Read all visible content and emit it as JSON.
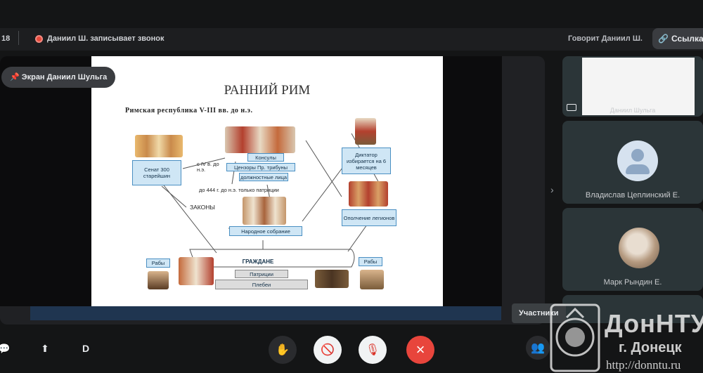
{
  "meeting": {
    "time_fragment": "18",
    "recording_notice": "Даниил Ш. записывает звонок",
    "speaking_notice": "Говорит Даниил Ш.",
    "link_button": "Ссылка",
    "pin_chip": "Экран Даниил Шульга",
    "participants_tooltip": "Участники"
  },
  "slide": {
    "title": "РАННИЙ РИМ",
    "subtitle": "Римская республика V-III вв. до н.э.",
    "senate": "Сенат 300 старейшин",
    "consuls": "Консулы",
    "censors": "Цензоры Пр. трибуны",
    "officials": "должностные лица",
    "dictator": "Диктатор избирается на 6 месяцев",
    "since_iv": "с IV в. до н.э.",
    "until_444": "до 444 г. до н.э. только патриции",
    "laws": "ЗАКОНЫ",
    "assembly": "Народное собрание",
    "militia": "Ополчение легионов",
    "slaves_left": "Рабы",
    "slaves_right": "Рабы",
    "citizens": "ГРАЖДАНЕ",
    "patricians": "Патриции",
    "plebeians": "Плебеи"
  },
  "participants": [
    {
      "name": "Даниил Шульга"
    },
    {
      "name": "Владислав Цеплинский Е."
    },
    {
      "name": "Марк Рындин Е."
    }
  ],
  "icons": {
    "pin": "pin-icon",
    "link": "link-icon",
    "record": "record-icon",
    "mic_off": "mic-off-icon",
    "camera_off": "camera-off-icon",
    "hand": "hand-icon",
    "end_call": "end-call-icon",
    "people": "people-icon"
  },
  "watermark": {
    "title": "ДонНТУ",
    "city": "г. Донецк",
    "url": "http://donntu.ru"
  },
  "colors": {
    "background": "#141516",
    "record": "#e84a3c",
    "end_call": "#e8453c",
    "slide_box": "#cfe6f5",
    "slide_box_border": "#4a8fc2"
  }
}
